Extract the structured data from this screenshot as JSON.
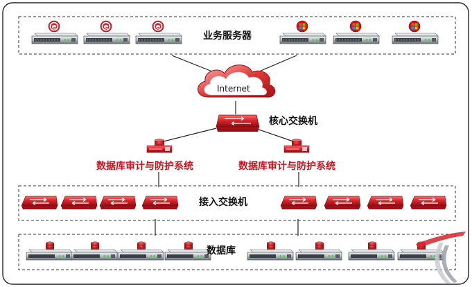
{
  "labels": {
    "servers": "业务服务器",
    "internet": "Internet",
    "core_switch": "核心交换机",
    "audit_left": "数据库审计与防护系统",
    "audit_right": "数据库审计与防护系统",
    "access_switch": "接入交换机",
    "database": "数据库"
  },
  "servers": [
    {
      "os": "ie-logo-icon"
    },
    {
      "os": "ie-logo-icon"
    },
    {
      "os": "ie-logo-icon"
    },
    {
      "os": "windows-logo-icon"
    },
    {
      "os": "windows-logo-icon"
    },
    {
      "os": "windows-logo-icon"
    }
  ],
  "access_switch_count": 8,
  "database_server_count": 8,
  "colors": {
    "accent_red": "#c8141e",
    "device_red": "#d9242b",
    "device_gray": "#8a8f96",
    "frame": "#222222",
    "dash": "#333333"
  }
}
